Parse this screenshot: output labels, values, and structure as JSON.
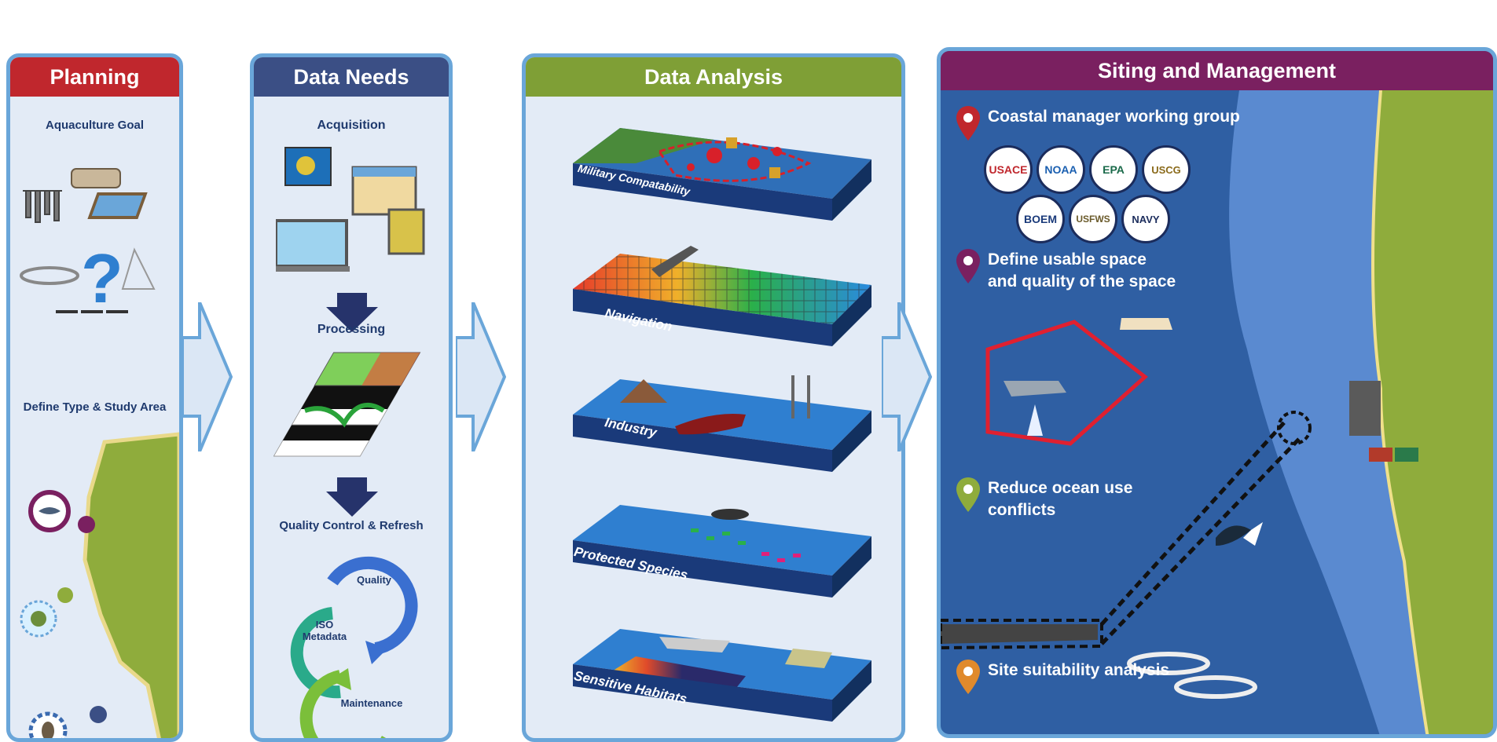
{
  "colors": {
    "planning": "#c0272d",
    "data_needs": "#3b4f85",
    "data_analysis": "#7f9f36",
    "siting": "#7a2060",
    "border": "#6aa6d9",
    "ocean": "#2f5fa3",
    "land": "#8fac3c"
  },
  "planning": {
    "header": "Planning",
    "goal": "Aquaculture Goal",
    "question_mark": "?",
    "area": "Define Type & Study Area"
  },
  "data_needs": {
    "header": "Data Needs",
    "acquisition": "Acquisition",
    "processing": "Processing",
    "qc": "Quality Control & Refresh",
    "cycle_quality": "Quality",
    "cycle_iso": "ISO\nMetadata",
    "cycle_maintenance": "Maintenance"
  },
  "data_analysis": {
    "header": "Data Analysis",
    "layers": [
      {
        "label": "Military Compatability"
      },
      {
        "label": "Navigation"
      },
      {
        "label": "Industry"
      },
      {
        "label": "Protected Species"
      },
      {
        "label": "Sensitive Habitats"
      }
    ]
  },
  "siting": {
    "header": "Siting and Management",
    "items": [
      {
        "text": "Coastal manager working group",
        "pin_color": "#c0272d"
      },
      {
        "text": "Define usable space\nand quality of the space",
        "pin_color": "#7a2060"
      },
      {
        "text": "Reduce ocean use\nconflicts",
        "pin_color": "#8fac3c"
      },
      {
        "text": "Site suitability analysis",
        "pin_color": "#e08a2c"
      }
    ],
    "agencies": [
      "USACE",
      "NOAA",
      "EPA",
      "USCG",
      "BOEM",
      "USFWS",
      "NAVY"
    ]
  },
  "icons": [
    "arrow-right-icon",
    "arrow-down-icon",
    "location-pin-icon",
    "question-mark-icon"
  ]
}
